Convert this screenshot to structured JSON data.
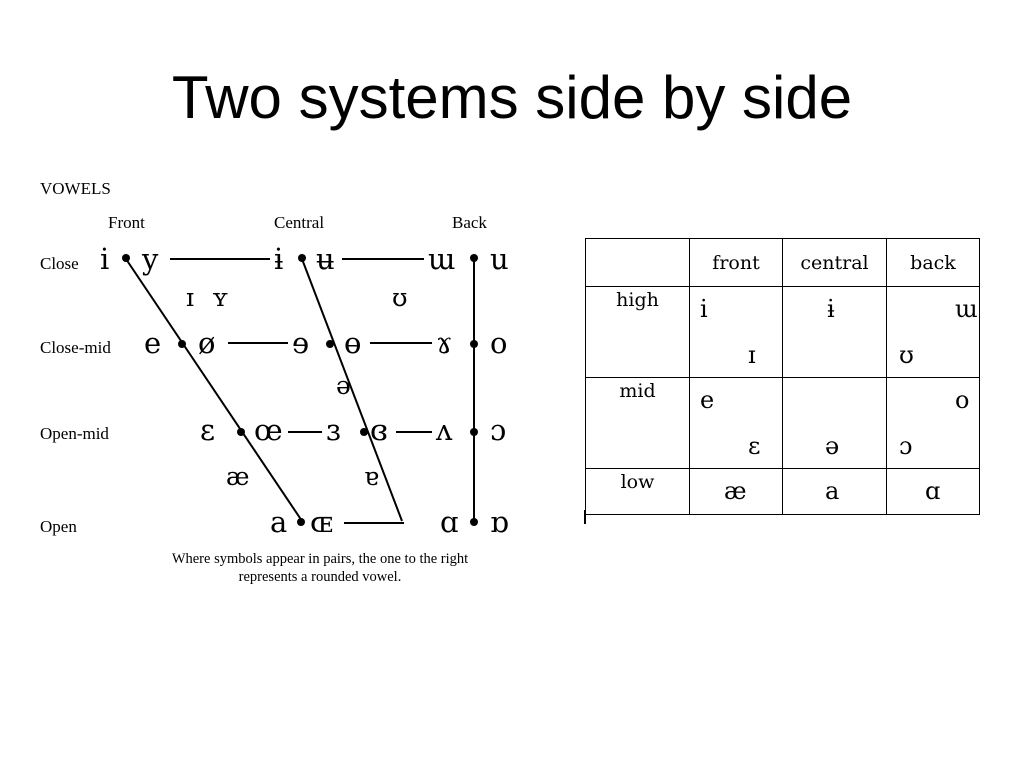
{
  "slide": {
    "title": "Two systems side by side"
  },
  "ipa_chart": {
    "heading": "VOWELS",
    "columns": {
      "front": "Front",
      "central": "Central",
      "back": "Back"
    },
    "rows": {
      "close": "Close",
      "close_mid": "Close-mid",
      "open_mid": "Open-mid",
      "open": "Open"
    },
    "close": {
      "front_unrounded": "i",
      "front_rounded": "y",
      "central_unrounded": "ɨ",
      "central_rounded": "ʉ",
      "back_unrounded": "ɯ",
      "back_rounded": "u"
    },
    "near_close": {
      "front_unrounded": "ɪ",
      "front_rounded": "ʏ",
      "back_rounded": "ʊ"
    },
    "close_mid": {
      "front_unrounded": "e",
      "front_rounded": "ø",
      "central_unrounded": "ɘ",
      "central_rounded": "ɵ",
      "back_unrounded": "ɤ",
      "back_rounded": "o"
    },
    "mid": {
      "central": "ə"
    },
    "open_mid": {
      "front_unrounded": "ɛ",
      "front_rounded": "œ",
      "central_unrounded": "ɜ",
      "central_rounded": "ɞ",
      "back_unrounded": "ʌ",
      "back_rounded": "ɔ"
    },
    "near_open": {
      "front": "æ",
      "central": "ɐ"
    },
    "open": {
      "front_unrounded": "a",
      "front_rounded": "ɶ",
      "back_unrounded": "ɑ",
      "back_rounded": "ɒ"
    },
    "caption_line1": "Where symbols appear in pairs, the one to the right",
    "caption_line2": "represents a rounded vowel."
  },
  "simple_table": {
    "headers": {
      "front": "front",
      "central": "central",
      "back": "back"
    },
    "rows": {
      "high": {
        "label": "high",
        "front_tense": "i",
        "front_lax": "ɪ",
        "central": "ɨ",
        "back_tense": "ɯ",
        "back_lax": "ʊ"
      },
      "mid": {
        "label": "mid",
        "front_tense": "e",
        "front_lax": "ɛ",
        "central": "ə",
        "back_tense": "o",
        "back_lax": "ɔ"
      },
      "low": {
        "label": "low",
        "front": "æ",
        "central": "a",
        "back": "ɑ"
      }
    }
  }
}
